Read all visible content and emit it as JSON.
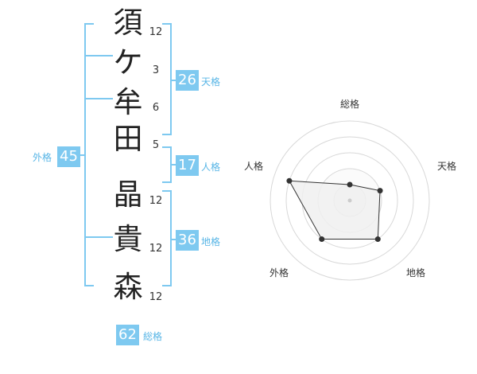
{
  "name_chars": [
    {
      "char": "須",
      "strokes": "12"
    },
    {
      "char": "ケ",
      "strokes": "3"
    },
    {
      "char": "牟",
      "strokes": "6"
    },
    {
      "char": "田",
      "strokes": "5"
    },
    {
      "char": "晶",
      "strokes": "12"
    },
    {
      "char": "貴",
      "strokes": "12"
    },
    {
      "char": "森",
      "strokes": "12"
    }
  ],
  "kaku": {
    "tenkaku": {
      "value": "26",
      "label": "天格"
    },
    "jinkaku": {
      "value": "17",
      "label": "人格"
    },
    "chikaku": {
      "value": "36",
      "label": "地格"
    },
    "gaikaku": {
      "value": "45",
      "label": "外格"
    },
    "soukaku": {
      "value": "62",
      "label": "総格"
    }
  },
  "chart_data": {
    "type": "radar",
    "axes": [
      "総格",
      "天格",
      "地格",
      "外格",
      "人格"
    ],
    "values": [
      1,
      2,
      3,
      3,
      4
    ],
    "rmax": 5,
    "colors": {
      "fill": "#f0f0f0",
      "stroke": "#333333",
      "grid": "#d8d8d8"
    }
  }
}
